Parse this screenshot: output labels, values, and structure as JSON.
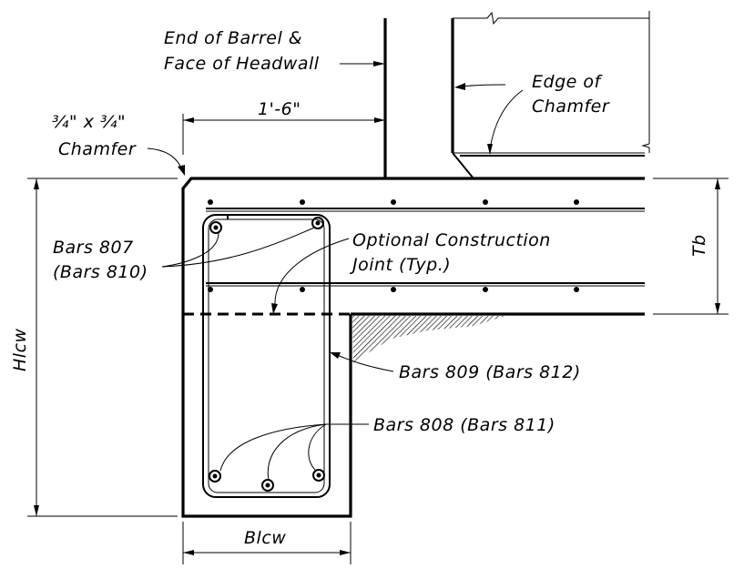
{
  "labels": {
    "end_barrel_1": "End of Barrel &",
    "end_barrel_2": "Face of Headwall",
    "edge_chamfer_1": "Edge of",
    "edge_chamfer_2": "Chamfer",
    "chamfer_dim_1": "¾\" x ¾\"",
    "chamfer_dim_2": "Chamfer",
    "dim_top": "1'-6\"",
    "bars_807_1": "Bars 807",
    "bars_807_2": "(Bars 810)",
    "optional_joint_1": "Optional Construction",
    "optional_joint_2": "Joint (Typ.)",
    "tb": "Tb",
    "hlcw": "Hlcw",
    "bars_809": "Bars 809 (Bars 812)",
    "bars_808": "Bars 808 (Bars 811)",
    "blcw": "Blcw"
  }
}
